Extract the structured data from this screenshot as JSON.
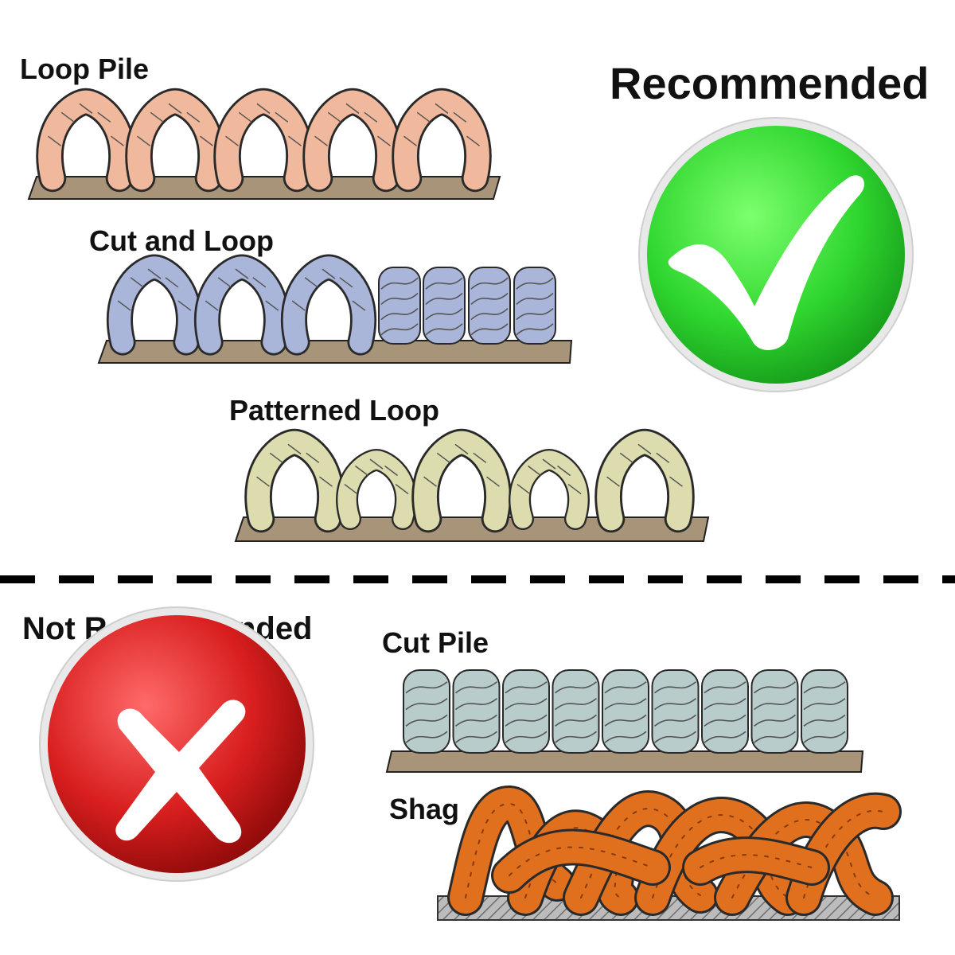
{
  "recommended": {
    "title": "Recommended",
    "icon": "checkmark-icon",
    "color": "#2fd62f",
    "items": [
      {
        "label": "Loop Pile",
        "fiber_color": "#f0b89c"
      },
      {
        "label": "Cut and Loop",
        "fiber_color": "#a9b5d9"
      },
      {
        "label": "Patterned Loop",
        "fiber_color": "#dcdcae"
      }
    ]
  },
  "not_recommended": {
    "title": "Not Recommended",
    "icon": "x-icon",
    "color": "#d81e1e",
    "items": [
      {
        "label": "Cut Pile",
        "fiber_color": "#b8cccc"
      },
      {
        "label": "Shag",
        "fiber_color": "#e0701e"
      }
    ]
  },
  "colors": {
    "backing": "#a89478",
    "divider": "#000000"
  }
}
